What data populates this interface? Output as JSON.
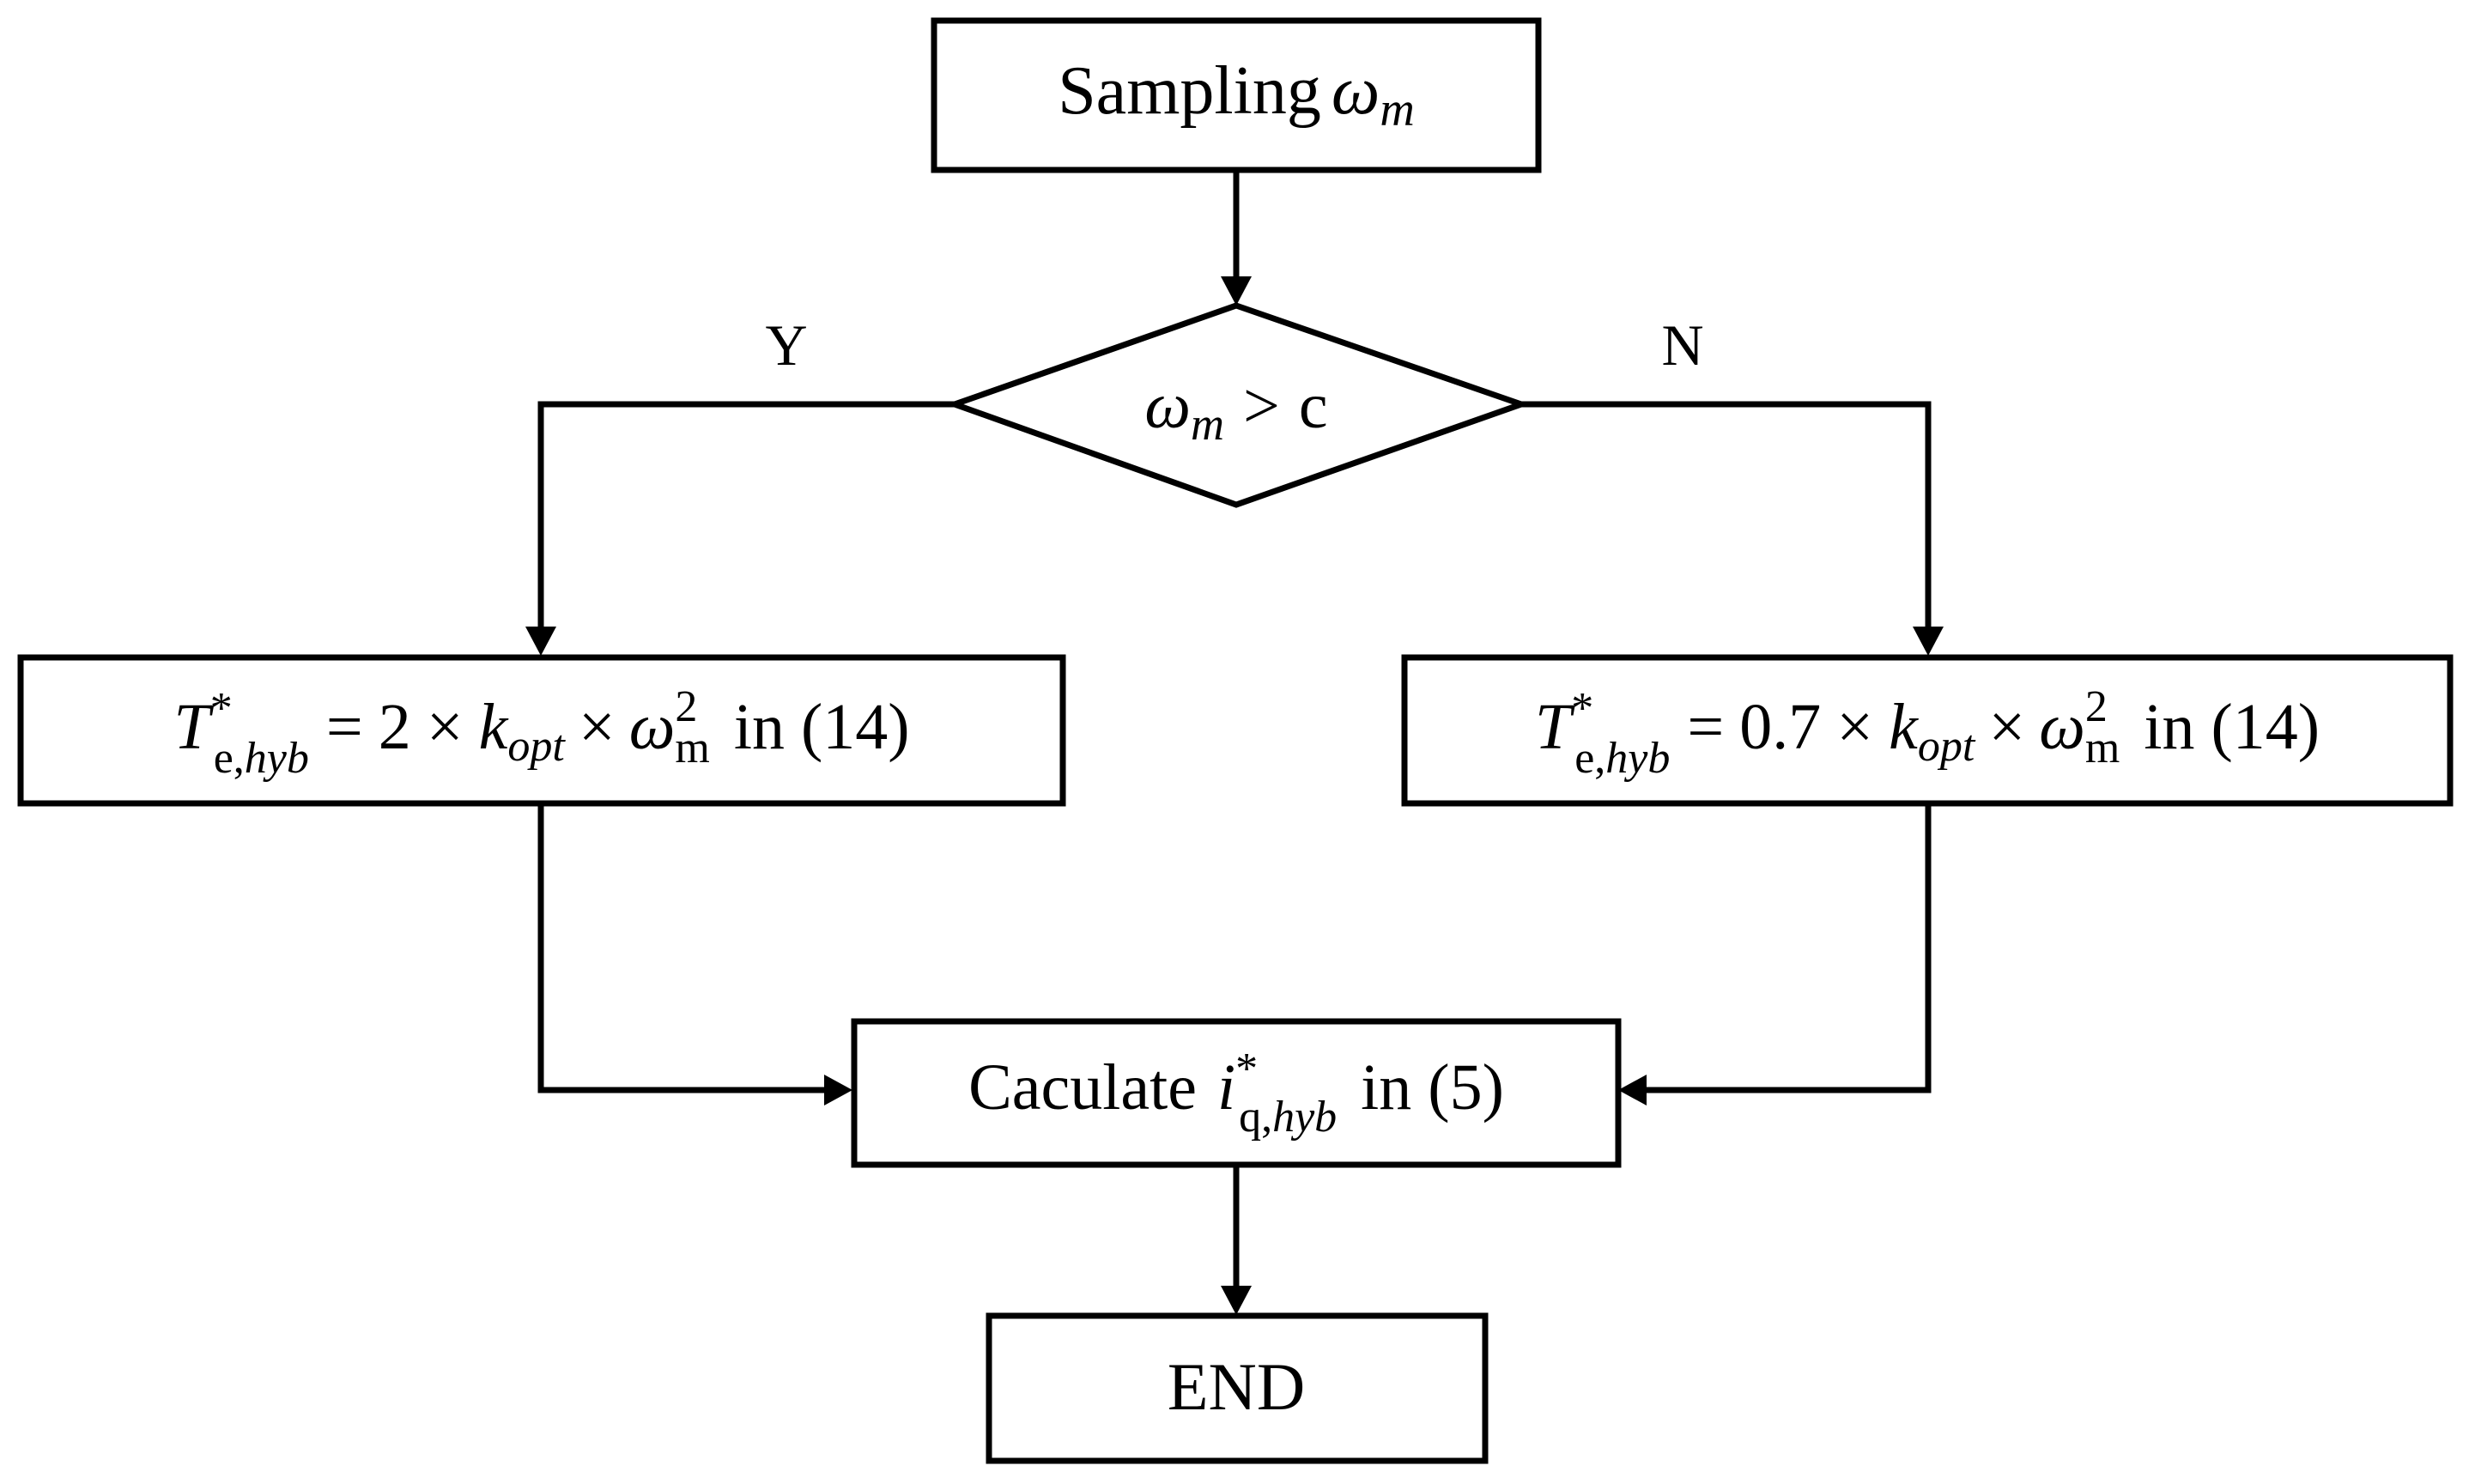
{
  "diagram": {
    "start_box": {
      "text": "Sampling",
      "symbol": "ω",
      "symbol_sub": "m"
    },
    "decision": {
      "symbol": "ω",
      "symbol_sub": "m",
      "operator": ">",
      "constant": "c"
    },
    "branch_yes_label": "Y",
    "branch_no_label": "N",
    "left_box": {
      "T": "T",
      "T_sup": "*",
      "T_sub_e": "e,",
      "T_sub_hyb": "hyb",
      "equals": "=",
      "coef": "2",
      "times1": "×",
      "k": "k",
      "k_sub": "opt",
      "times2": "×",
      "omega": "ω",
      "omega_sup": "2",
      "omega_sub": "m",
      "suffix": "in (14)"
    },
    "right_box": {
      "T": "T",
      "T_sup": "*",
      "T_sub_e": "e,",
      "T_sub_hyb": "hyb",
      "equals": "=",
      "coef": "0.7",
      "times1": "×",
      "k": "k",
      "k_sub": "opt",
      "times2": "×",
      "omega": "ω",
      "omega_sup": "2",
      "omega_sub": "m",
      "suffix": "in (14)"
    },
    "calc_box": {
      "prefix": "Caculate",
      "i": "i",
      "i_sup": "*",
      "i_sub_q": "q,",
      "i_sub_hyb": "hyb",
      "suffix": "in (5)"
    },
    "end_box": {
      "text": "END"
    }
  }
}
